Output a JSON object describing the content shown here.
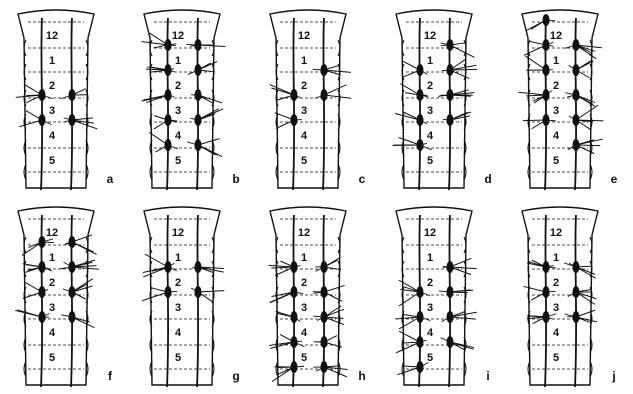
{
  "figure": {
    "panels": [
      {
        "label": "a",
        "vertebrae": [
          "12",
          "1",
          "2",
          "3",
          "4",
          "5"
        ],
        "ganglia": {
          "left": [
            3,
            4
          ],
          "right": [
            3,
            4
          ]
        }
      },
      {
        "label": "b",
        "vertebrae": [
          "12",
          "1",
          "2",
          "3",
          "4",
          "5"
        ],
        "ganglia": {
          "left": [
            1,
            2,
            3,
            4,
            5
          ],
          "right": [
            1,
            2,
            3,
            4,
            5
          ]
        }
      },
      {
        "label": "c",
        "vertebrae": [
          "12",
          "1",
          "2",
          "3",
          "4",
          "5"
        ],
        "ganglia": {
          "left": [
            3,
            4
          ],
          "right": [
            2,
            3
          ]
        }
      },
      {
        "label": "d",
        "vertebrae": [
          "12",
          "1",
          "2",
          "3",
          "4",
          "5"
        ],
        "ganglia": {
          "left": [
            2,
            3,
            4,
            5
          ],
          "right": [
            1,
            2,
            3,
            4
          ]
        }
      },
      {
        "label": "e",
        "vertebrae": [
          "12",
          "1",
          "2",
          "3",
          "4",
          "5"
        ],
        "ganglia": {
          "left": [
            0,
            1,
            2,
            3,
            4
          ],
          "right": [
            1,
            2,
            3,
            4,
            5
          ]
        }
      },
      {
        "label": "f",
        "vertebrae": [
          "12",
          "1",
          "2",
          "3",
          "4",
          "5"
        ],
        "ganglia": {
          "left": [
            1,
            2,
            3,
            4
          ],
          "right": [
            1,
            2,
            3,
            4
          ]
        }
      },
      {
        "label": "g",
        "vertebrae": [
          "12",
          "1",
          "2",
          "3",
          "4",
          "5"
        ],
        "ganglia": {
          "left": [
            2,
            3
          ],
          "right": [
            2,
            3
          ]
        }
      },
      {
        "label": "h",
        "vertebrae": [
          "12",
          "1",
          "2",
          "3",
          "4",
          "5"
        ],
        "ganglia": {
          "left": [
            2,
            3,
            4,
            5,
            6
          ],
          "right": [
            2,
            3,
            4,
            5,
            6
          ]
        }
      },
      {
        "label": "i",
        "vertebrae": [
          "12",
          "1",
          "2",
          "3",
          "4",
          "5"
        ],
        "ganglia": {
          "left": [
            3,
            4,
            5,
            6
          ],
          "right": [
            2,
            3,
            4,
            5
          ]
        }
      },
      {
        "label": "j",
        "vertebrae": [
          "12",
          "1",
          "2",
          "3",
          "4",
          "5"
        ],
        "ganglia": {
          "left": [
            2,
            3,
            4
          ],
          "right": [
            2,
            3,
            4
          ]
        }
      }
    ],
    "colors": {
      "ink": "#111111",
      "paper": "#ffffff"
    }
  }
}
